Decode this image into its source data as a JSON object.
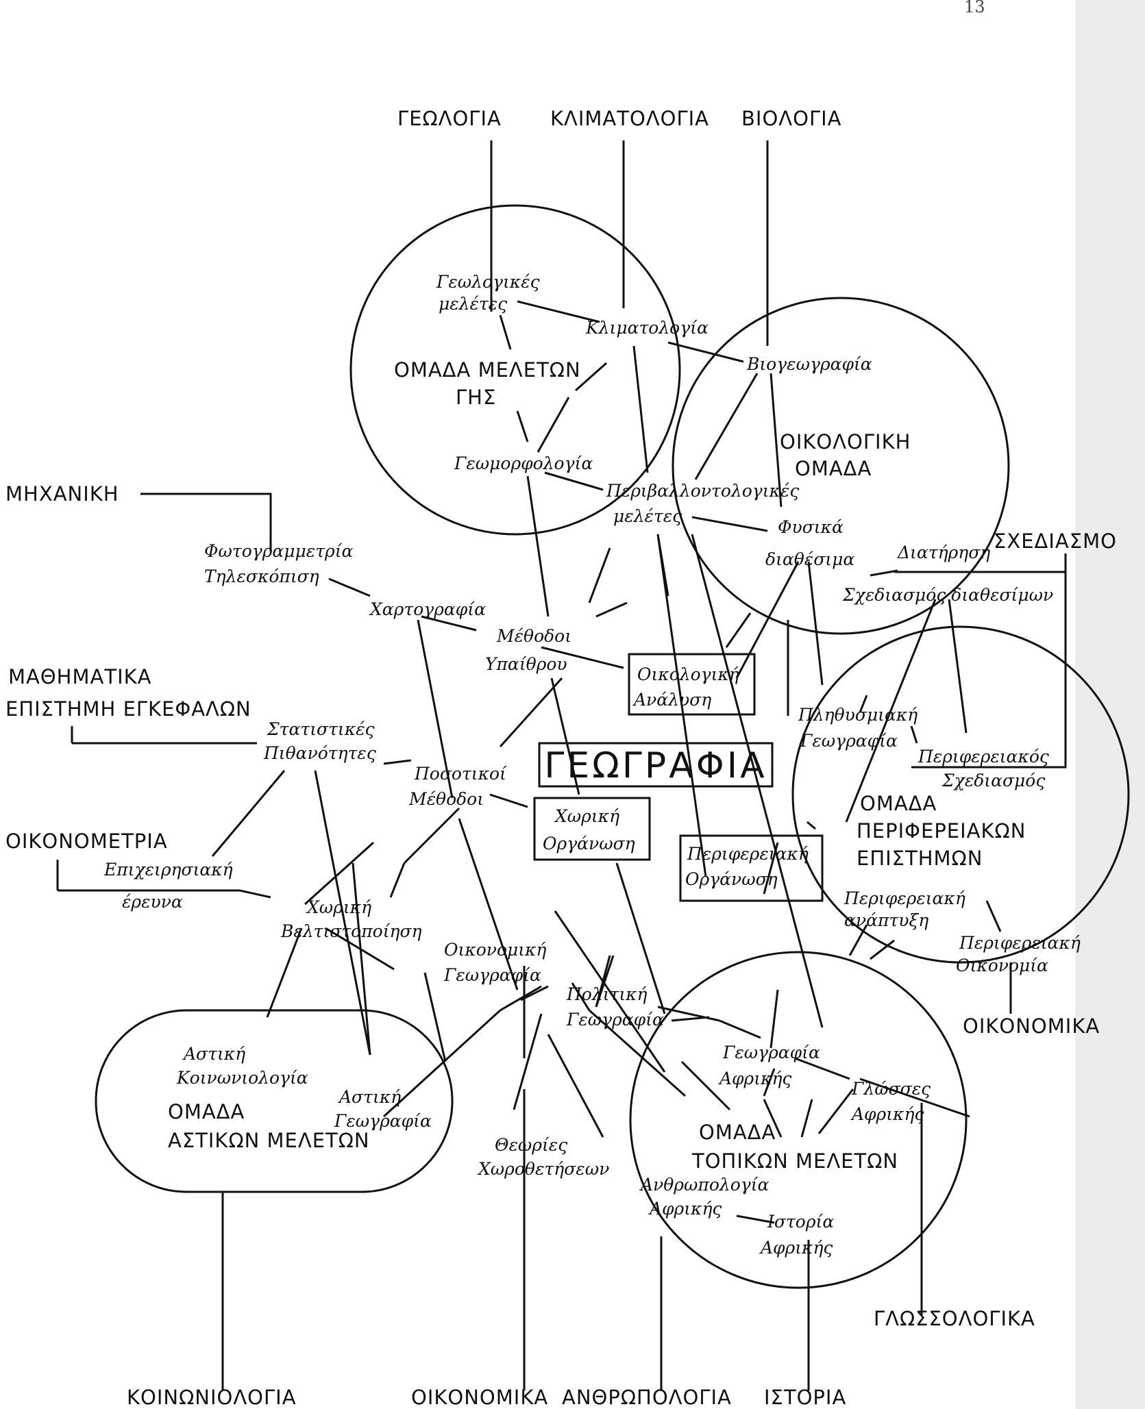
{
  "page_number": "13",
  "center": {
    "title": "ΓΕΩΓΡΑΦΙΑ"
  },
  "groups": {
    "earth": [
      "ΟΜΑΔΑ ΜΕΛΕΤΩΝ",
      "ΓΗΣ"
    ],
    "ecological": [
      "ΟΙΚΟΛΟΓΙΚΗ",
      "ΟΜΑΔΑ"
    ],
    "regional": [
      "ΟΜΑΔΑ",
      "ΠΕΡΙΦΕΡΕΙΑΚΩΝ",
      "ΕΠΙΣΤΗΜΩΝ"
    ],
    "urban": [
      "ΟΜΑΔΑ",
      "ΑΣΤΙΚΩΝ ΜΕΛΕΤΩΝ"
    ],
    "local": [
      "ΟΜΑΔΑ",
      "ΤΟΠΙΚΩΝ ΜΕΛΕΤΩΝ"
    ]
  },
  "disciplines": {
    "geology": "ΓΕΩΛΟΓΙΑ",
    "climatology": "ΚΛΙΜΑΤΟΛΟΓΙΑ",
    "biology": "ΒΙΟΛΟΓΙΑ",
    "engineering": "ΜΗΧΑΝΙΚΗ",
    "planning": "ΣΧΕΔΙΑΣΜΟ",
    "mathematics": [
      "ΜΑΘΗΜΑΤΙΚΑ",
      "ΕΠΙΣΤΗΜΗ ΕΓΚΕΦΑΛΩΝ"
    ],
    "econometrics": "ΟΙΚΟΝΟΜΕΤΡΙΑ",
    "economics_right": "ΟΙΚΟΝΟΜΙΚΑ",
    "linguistics": "ΓΛΩΣΣΟΛΟΓΙΚΑ",
    "sociology": "ΚΟΙΝΩΝΙΟΛΟΓΙΑ",
    "economics_bottom": "ΟΙΚΟΝΟΜΙΚΑ",
    "anthropology": "ΑΝΘΡΩΠΟΛΟΓΙΑ",
    "history": "ΙΣΤΟΡΙΑ"
  },
  "topics": {
    "geological_studies": [
      "Γεωλογικές",
      "μελέτες"
    ],
    "climatology": [
      "Κλιματολογία"
    ],
    "biogeography": [
      "Βιογεωγραφία"
    ],
    "geomorphology": [
      "Γεωμορφολογία"
    ],
    "environmental_studies": [
      "Περιβαλλοντολογικές",
      "μελέτες"
    ],
    "natural_resources": [
      "Φυσικά",
      "διαθέσιμα"
    ],
    "resource_conservation": [
      "Διατήρηση"
    ],
    "resource_planning": [
      "Σχεδιασμός διαθεσίμων"
    ],
    "photogrammetry": [
      "Φωτογραμμετρία",
      "Τηλεσκόπιση"
    ],
    "cartography": [
      "Χαρτογραφία"
    ],
    "field_methods": [
      "Μέθοδοι",
      "Υπαίθρου"
    ],
    "ecological_analysis": [
      "Οικολογική",
      "Ανάλυση"
    ],
    "population_geography": [
      "Πληθυσμιακή",
      "Γεωγραφία"
    ],
    "regional_planning": [
      "Περιφερειακός",
      "Σχεδιασμός"
    ],
    "statistics": [
      "Στατιστικές",
      "Πιθανότητες"
    ],
    "quantitative_methods": [
      "Ποσοτικοί",
      "Μέθοδοι"
    ],
    "spatial_organization": [
      "Χωρική",
      "Οργάνωση"
    ],
    "regional_organization": [
      "Περιφερειακή",
      "Οργάνωση"
    ],
    "business_research": [
      "Επιχειρησιακή",
      "έρευνα"
    ],
    "spatial_optimization": [
      "Χωρική",
      "Βελτιστοποίηση"
    ],
    "economic_geography": [
      "Οικονομική",
      "Γεωγραφία"
    ],
    "regional_development": [
      "Περιφερειακή",
      "ανάπτυξη"
    ],
    "regional_economics": [
      "Περιφερειακή",
      "Οικονομία"
    ],
    "political_geography": [
      "Πολιτική",
      "Γεωγραφία"
    ],
    "urban_sociology": [
      "Αστική",
      "Κοινωνιολογία"
    ],
    "urban_geography": [
      "Αστική",
      "Γεωγραφία"
    ],
    "location_theories": [
      "Θεωρίες",
      "Χωροθετήσεων"
    ],
    "africa_geography": [
      "Γεωγραφία",
      "Αφρικής"
    ],
    "africa_languages": [
      "Γλώσσες",
      "Αφρικής"
    ],
    "africa_anthropology": [
      "Ανθρωπολογία",
      "Αφρικής"
    ],
    "africa_history": [
      "Ιστορία",
      "Αφρικής"
    ]
  }
}
